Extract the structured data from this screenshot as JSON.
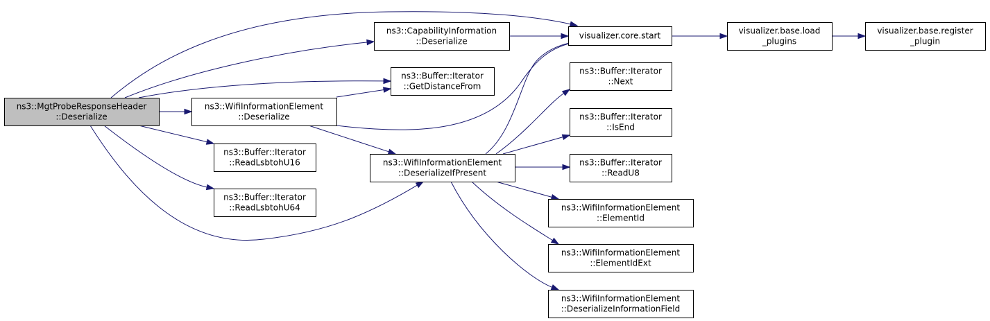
{
  "colors": {
    "edge": "#191970",
    "node_fill": "#ffffff",
    "root_fill": "#bfbfbf",
    "border": "#000000"
  },
  "nodes": [
    {
      "id": "root",
      "lines": [
        "ns3::MgtProbeResponseHeader",
        "::Deserialize"
      ],
      "highlighted": true
    },
    {
      "id": "cap",
      "lines": [
        "ns3::CapabilityInformation",
        "::Deserialize"
      ]
    },
    {
      "id": "gdf",
      "lines": [
        "ns3::Buffer::Iterator",
        "::GetDistanceFrom"
      ]
    },
    {
      "id": "wie_des",
      "lines": [
        "ns3::WifiInformationElement",
        "::Deserialize"
      ]
    },
    {
      "id": "r16",
      "lines": [
        "ns3::Buffer::Iterator",
        "::ReadLsbtohU16"
      ]
    },
    {
      "id": "r64",
      "lines": [
        "ns3::Buffer::Iterator",
        "::ReadLsbtohU64"
      ]
    },
    {
      "id": "dip",
      "lines": [
        "ns3::WifiInformationElement",
        "::DeserializeIfPresent"
      ]
    },
    {
      "id": "vcs",
      "lines": [
        "visualizer.core.start"
      ]
    },
    {
      "id": "next",
      "lines": [
        "ns3::Buffer::Iterator",
        "::Next"
      ]
    },
    {
      "id": "isend",
      "lines": [
        "ns3::Buffer::Iterator",
        "::IsEnd"
      ]
    },
    {
      "id": "ru8",
      "lines": [
        "ns3::Buffer::Iterator",
        "::ReadU8"
      ]
    },
    {
      "id": "eid",
      "lines": [
        "ns3::WifiInformationElement",
        "::ElementId"
      ]
    },
    {
      "id": "eidx",
      "lines": [
        "ns3::WifiInformationElement",
        "::ElementIdExt"
      ]
    },
    {
      "id": "dif",
      "lines": [
        "ns3::WifiInformationElement",
        "::DeserializeInformationField"
      ]
    },
    {
      "id": "vbl",
      "lines": [
        "visualizer.base.load",
        "_plugins"
      ]
    },
    {
      "id": "vbr",
      "lines": [
        "visualizer.base.register",
        "_plugin"
      ]
    }
  ],
  "edges": [
    {
      "from": "root",
      "to": "vcs"
    },
    {
      "from": "root",
      "to": "cap"
    },
    {
      "from": "root",
      "to": "gdf"
    },
    {
      "from": "root",
      "to": "wie_des"
    },
    {
      "from": "root",
      "to": "r16"
    },
    {
      "from": "root",
      "to": "r64"
    },
    {
      "from": "root",
      "to": "dip"
    },
    {
      "from": "cap",
      "to": "vcs"
    },
    {
      "from": "wie_des",
      "to": "gdf"
    },
    {
      "from": "wie_des",
      "to": "vcs"
    },
    {
      "from": "wie_des",
      "to": "dip"
    },
    {
      "from": "dip",
      "to": "vcs"
    },
    {
      "from": "dip",
      "to": "next"
    },
    {
      "from": "dip",
      "to": "isend"
    },
    {
      "from": "dip",
      "to": "ru8"
    },
    {
      "from": "dip",
      "to": "eid"
    },
    {
      "from": "dip",
      "to": "eidx"
    },
    {
      "from": "dip",
      "to": "dif"
    },
    {
      "from": "vcs",
      "to": "vbl"
    },
    {
      "from": "vbl",
      "to": "vbr"
    }
  ]
}
